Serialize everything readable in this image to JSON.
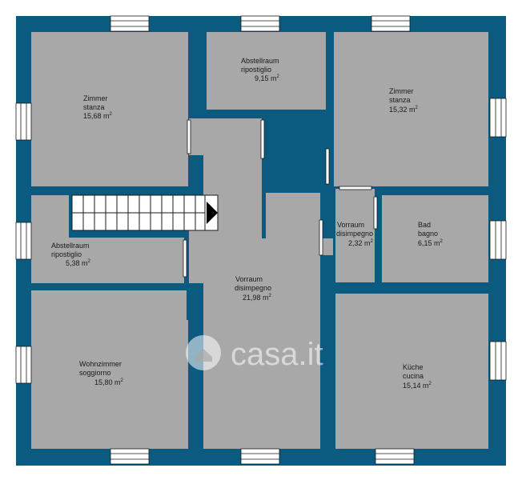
{
  "colors": {
    "wall": "#0b5a80",
    "floor": "#a8a8a8",
    "window": "#ffffff",
    "door": "#ffffff",
    "stairs": "#ffffff",
    "text": "#1a1a1a"
  },
  "watermark": {
    "brand": "casa.it",
    "icon": "house-icon"
  },
  "rooms": [
    {
      "key": "zimmer1",
      "label_de": "Zimmer",
      "label_it": "stanza",
      "area": "15,68",
      "unit": "m"
    },
    {
      "key": "abstell1",
      "label_de": "Abstellraum",
      "label_it": "ripostiglio",
      "area": "9,15",
      "unit": "m"
    },
    {
      "key": "zimmer2",
      "label_de": "Zimmer",
      "label_it": "stanza",
      "area": "15,32",
      "unit": "m"
    },
    {
      "key": "abstell2",
      "label_de": "Abstellraum",
      "label_it": "ripostiglio",
      "area": "5,38",
      "unit": "m"
    },
    {
      "key": "vorraum1",
      "label_de": "Vorraum",
      "label_it": "disimpegno",
      "area": "2,32",
      "unit": "m"
    },
    {
      "key": "bad",
      "label_de": "Bad",
      "label_it": "bagno",
      "area": "6,15",
      "unit": "m"
    },
    {
      "key": "vorraum2",
      "label_de": "Vorraum",
      "label_it": "disimpegno",
      "area": "21,98",
      "unit": "m"
    },
    {
      "key": "wohn",
      "label_de": "Wohnzimmer",
      "label_it": "soggiorno",
      "area": "15,80",
      "unit": "m"
    },
    {
      "key": "kueche",
      "label_de": "Küche",
      "label_it": "cucina",
      "area": "15,14",
      "unit": "m"
    }
  ]
}
